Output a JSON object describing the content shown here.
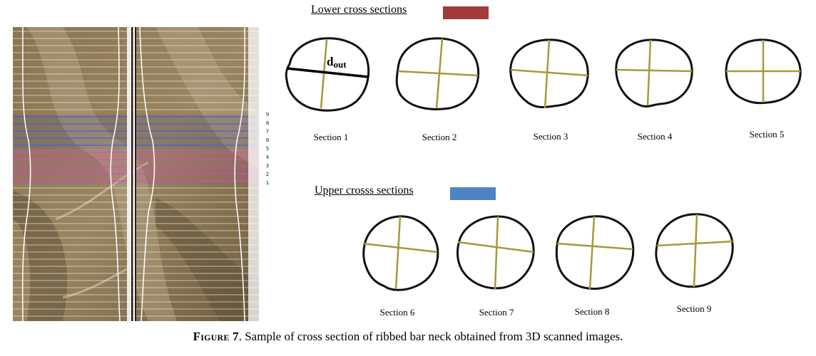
{
  "figure": {
    "lower_heading": "Lower cross sections",
    "upper_heading": "Upper crosss sections",
    "lower_color": "#a33a3a",
    "upper_color": "#4f84c4",
    "diameter_label_main": "d",
    "diameter_label_sub": "out",
    "section_labels": [
      "Section 1",
      "Section 2",
      "Section 3",
      "Section 4",
      "Section 5",
      "Section 6",
      "Section 7",
      "Section 8",
      "Section 9"
    ],
    "scan_index_labels": [
      "9",
      "8",
      "7",
      "6",
      "5",
      "4",
      "3",
      "2",
      "1"
    ],
    "caption_lead": "Figure 7",
    "caption_text": ". Sample of cross section of ribbed bar neck obtained from 3D scanned images."
  }
}
